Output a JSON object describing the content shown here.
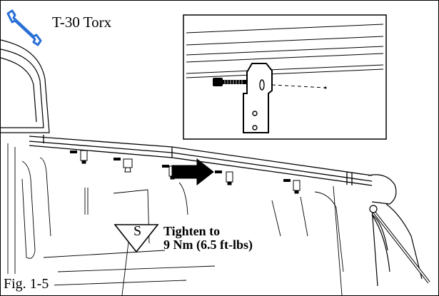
{
  "tool": {
    "icon": "wrench-icon",
    "label": "T-30 Torx"
  },
  "torque": {
    "symbol": "S",
    "line1": "Tighten to",
    "line2": "9 Nm (6.5 ft-lbs)"
  },
  "figure": {
    "label": "Fig. 1-5"
  },
  "colors": {
    "wrench": "#2a6fd6",
    "line": "#000000"
  }
}
